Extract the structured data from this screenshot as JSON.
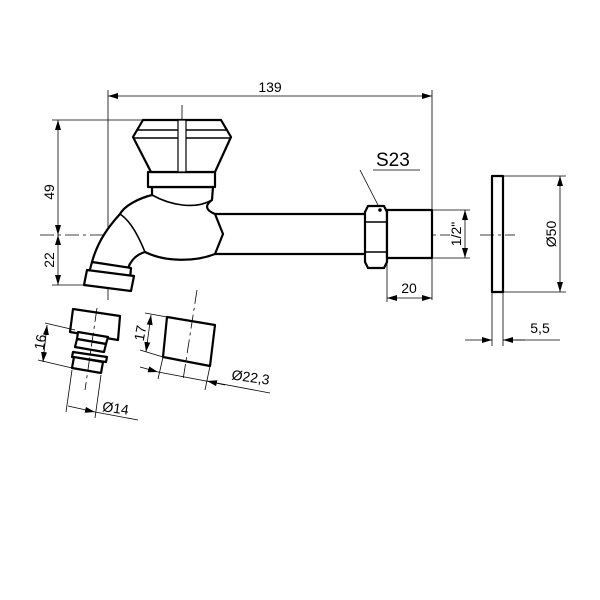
{
  "dimensions": {
    "overall_length": "139",
    "height_above_axis": "49",
    "height_below_axis": "22",
    "wrench_size": "S23",
    "thread": "1/2\"",
    "thread_length": "20",
    "flange_diameter": "Ø50",
    "flange_thickness": "5,5",
    "cap_height": "16",
    "cap_diameter": "Ø14",
    "sleeve_height": "17",
    "sleeve_diameter": "Ø22,3"
  }
}
